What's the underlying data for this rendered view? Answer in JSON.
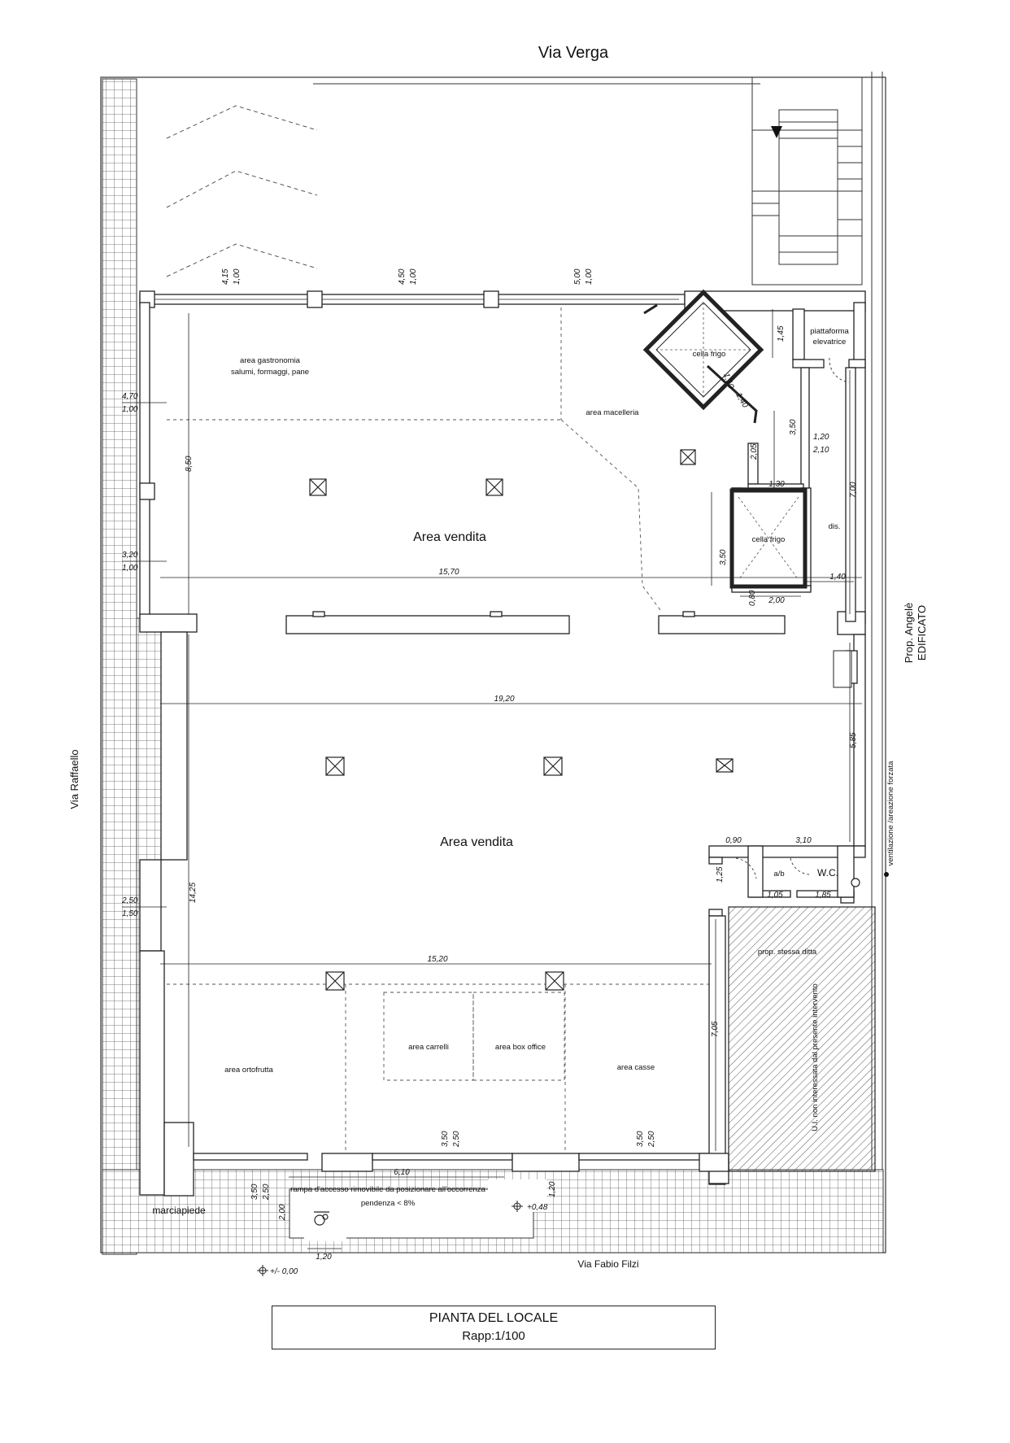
{
  "streets": {
    "north": "Via Verga",
    "west": "Via Raffaello",
    "south": "Via Fabio Filzi",
    "east_line1": "Prop. Angelè",
    "east_line2": "EDIFICATO"
  },
  "rooms": {
    "gastronomia_1": "area gastronomia",
    "gastronomia_2": "salumi, formaggi, pane",
    "macelleria": "area macelleria",
    "vendita_upper": "Area vendita",
    "vendita_lower": "Area vendita",
    "cella_frigo_top": "cella frigo",
    "cella_frigo_mid": "cella frigo",
    "piattaforma_1": "piattaforma",
    "piattaforma_2": "elevatrice",
    "dis": "dis.",
    "ab": "a/b",
    "wc": "W.C.",
    "stessa_ditta": "prop. stessa ditta",
    "non_interessata": "U.I. non interessata dal presente intervento",
    "ortofrutta": "area ortofrutta",
    "carrelli": "area carrelli",
    "box_office": "area box office",
    "casse": "area casse",
    "marciapiede": "marciapiede",
    "ventilazione": "ventilazione /areazione forzata",
    "rampa_1": "rampa d'accesso rimovibile da posizionare all'occorrenza",
    "rampa_2": "pendenza < 8%"
  },
  "dimensions": {
    "w1_top": "4,15",
    "w1_bot": "1,00",
    "w2_top": "4,50",
    "w2_bot": "1,00",
    "w3_top": "5,00",
    "w3_bot": "1,00",
    "west1_top": "4,70",
    "west1_bot": "1,00",
    "west2_top": "3,20",
    "west2_bot": "1,00",
    "west3_top": "2,50",
    "west3_bot": "1,50",
    "d850": "8,50",
    "d1570": "15,70",
    "d1920": "19,20",
    "d1425": "14,25",
    "d1520": "15,20",
    "d145": "1,45",
    "d110": "1,10",
    "d140a": "1,40",
    "d350a": "3,50",
    "d120_top": "1,20",
    "d210_bot": "2,10",
    "d205": "2,05",
    "d130": "1,30",
    "d700": "7,00",
    "d350b": "3,50",
    "d140b": "1,40",
    "d080": "0,80",
    "d200": "2,00",
    "d585": "5,85",
    "d090": "0,90",
    "d310": "3,10",
    "d125": "1,25",
    "d105": "1,05",
    "d185": "1,85",
    "d705": "7,05",
    "s1_top": "3,50",
    "s1_bot": "2,50",
    "s2_top": "3,50",
    "s2_bot": "2,50",
    "s3_top": "3,50",
    "s3_bot": "2,50",
    "d610": "6,10",
    "d200b": "2,00",
    "d120b": "1,20",
    "d048": "+0,48",
    "d120c": "1,20",
    "level": "+/- 0,00"
  },
  "title": {
    "line1": "PIANTA DEL LOCALE",
    "line2": "Rapp:1/100"
  }
}
